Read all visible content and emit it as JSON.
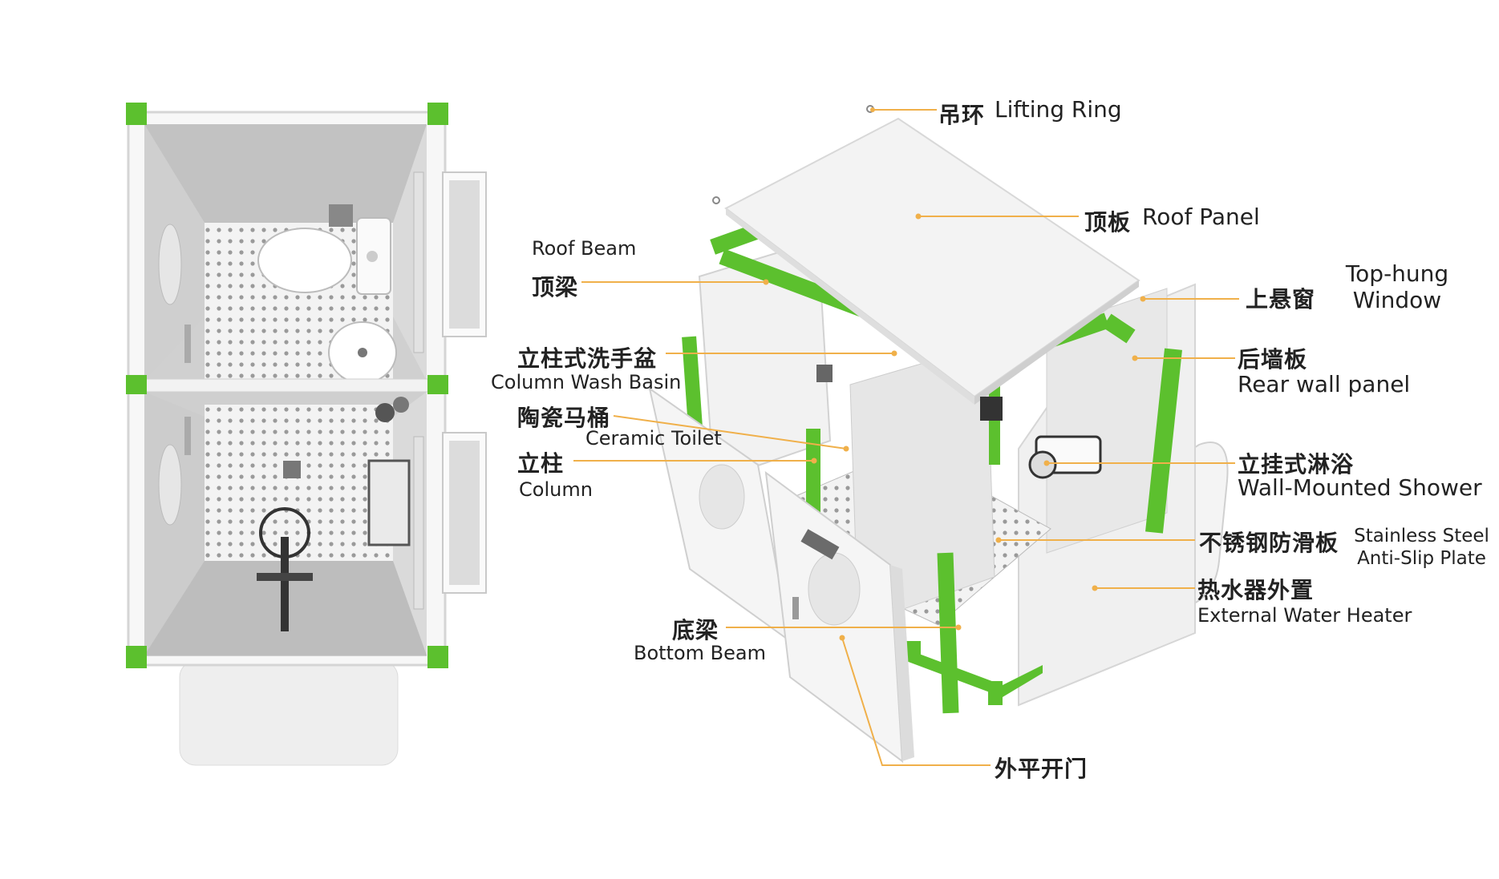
{
  "labels": {
    "lifting_ring": {
      "zh": "吊环",
      "en": "Lifting Ring"
    },
    "roof_panel": {
      "zh": "顶板",
      "en": "Roof Panel"
    },
    "roof_beam": {
      "zh": "顶梁",
      "en": "Roof Beam"
    },
    "top_hung_window": {
      "zh": "上悬窗",
      "en_line1": "Top-hung",
      "en_line2": "Window"
    },
    "column_wash_basin": {
      "zh": "立柱式洗手盆",
      "en": "Column Wash Basin"
    },
    "rear_wall_panel": {
      "zh": "后墙板",
      "en": "Rear wall panel"
    },
    "ceramic_toilet": {
      "zh": "陶瓷马桶",
      "en": "Ceramic Toilet"
    },
    "column": {
      "zh": "立柱",
      "en": "Column"
    },
    "wall_mounted_shower": {
      "zh": "立挂式淋浴",
      "en": "Wall-Mounted Shower"
    },
    "anti_slip_plate": {
      "zh": "不锈钢防滑板",
      "en_line1": "Stainless Steel",
      "en_line2": "Anti-Slip Plate"
    },
    "water_heater": {
      "zh": "热水器外置",
      "en": "External Water Heater"
    },
    "bottom_beam": {
      "zh": "底梁",
      "en": "Bottom Beam"
    },
    "outward_door": {
      "zh": "外平开门"
    }
  },
  "colors": {
    "frame_green": "#5cc02e",
    "leader_orange": "#f0b04a",
    "panel_white": "#f2f2f2",
    "panel_grey": "#c9c9c9",
    "text": "#222222"
  }
}
